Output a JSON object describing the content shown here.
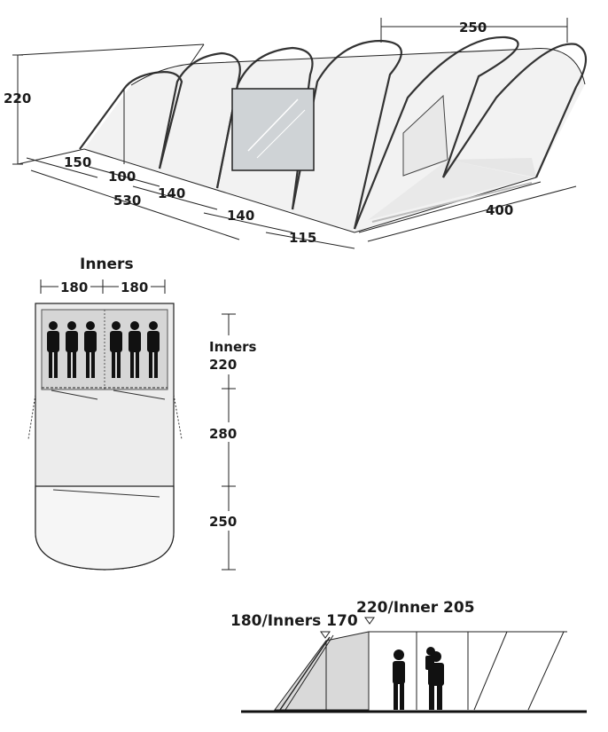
{
  "side_view": {
    "width_top": "250",
    "height_left": "220",
    "dims": [
      "150",
      "100",
      "140",
      "530",
      "140",
      "115",
      "400"
    ]
  },
  "floor_plan": {
    "inners_label": "Inners",
    "inner_width_left": "180",
    "inner_width_right": "180",
    "inner_depth_label_1": "Inners",
    "inner_depth_label_2": "220",
    "middle_depth": "280",
    "front_depth": "250"
  },
  "profile": {
    "label_left": "180/Inners 170",
    "label_right": "220/Inner 205"
  }
}
